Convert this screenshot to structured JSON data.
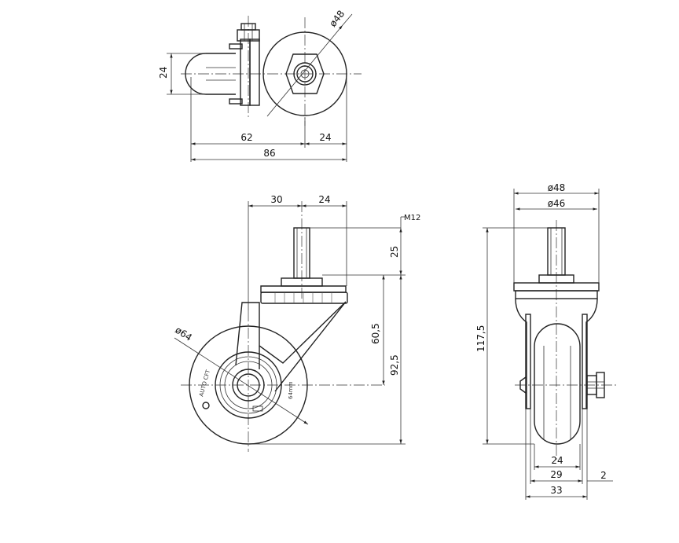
{
  "top_view": {
    "dia_outer": "ø48",
    "height": "24",
    "length_left": "62",
    "length_right": "24",
    "total": "86"
  },
  "side_view": {
    "offset": "30",
    "half_width": "24",
    "thread": "M12",
    "thread_len": "25",
    "swivel_height": "60,5",
    "axle_height": "92,5",
    "wheel_dia": "ø64",
    "brand_text": "AUTO CFT",
    "wheel_mark": "64mm"
  },
  "front_view": {
    "dia_plate": "ø48",
    "dia_inner": "ø46",
    "total_height": "117,5",
    "wheel_width": "24",
    "fork_width": "29",
    "nut_offset": "2",
    "overall_width": "33"
  }
}
